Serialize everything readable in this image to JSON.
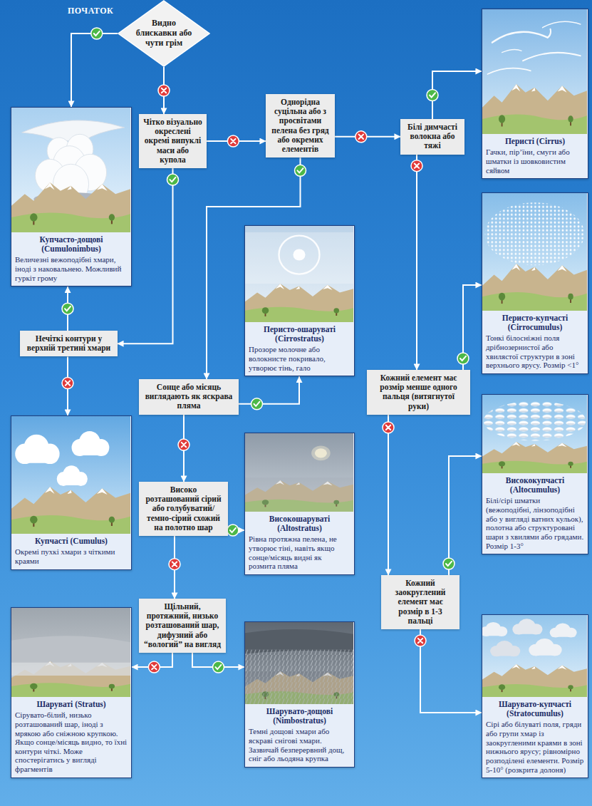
{
  "diagram": {
    "nodes": [
      {
        "text": [
          "Видно блискавки або чути грім"
        ]
      },
      {
        "text": [
          "Купчасто-дощові (Cumulonimbus)",
          "Величезні вежоподібні хмари, іноді з наковальнею. Можливий гуркіт грому"
        ]
      },
      {
        "text": [
          "Чітко візуально окреслені окремі випуклі маси або купола"
        ]
      },
      {
        "text": [
          "Однорідна суцільна або з просвітами пелена без гряд або окремих елементів"
        ]
      },
      {
        "text": [
          "Білі димчасті волокна або тяжі"
        ]
      },
      {
        "text": [
          "Перисті (Cirrus)",
          "Гачки, пір’їни, смуги або шматки із шовковистим сяйвом"
        ]
      },
      {
        "text": [
          "Перисто-ошаруваті (Cirrostratus)",
          "Прозоре молочне або волокнисте покривало, утворює тінь, гало"
        ]
      },
      {
        "text": [
          "Перисто-купчасті (Cirrocumulus)",
          "Тонкі білосніжні поля дрібнозернистої або хвилястої структури в зоні верхнього ярусу. Розмір <1°"
        ]
      },
      {
        "text": [
          "Нечіткі контури у верхній третині хмари"
        ]
      },
      {
        "text": [
          "Сонце або місяць виглядають як яскрава пляма"
        ]
      },
      {
        "text": [
          "Кожний елемент має розмір менше одного пальця (витягнутої руки)"
        ]
      },
      {
        "text": [
          "Купчасті (Cumulus)",
          "Окремі пухкі хмари з чіткими краями"
        ]
      },
      {
        "text": [
          "Висококупчасті (Altocumulus)",
          "Білі/сірі шматки (вежоподібні, лінзоподібні або у вигляді ватних кульок), полотна або структуровані шари з хвилями або грядами. Розмір 1-3°"
        ]
      },
      {
        "text": [
          "Високошаруваті (Altostratus)",
          "Рівна протяжна пелена, не утворює тіні, навіть якщо сонце/місяць видні як розмита пляма"
        ]
      },
      {
        "text": [
          "Високо розташований сірий або голубуватий/темно-сірий схожий на полотно шар"
        ]
      },
      {
        "text": [
          "Кожний заокруглений елемент має розмір в 1-3 пальці"
        ]
      },
      {
        "text": [
          "Щільний, протяжний, низько розташований шар, дифузний або “вологий” на вигляд"
        ]
      },
      {
        "text": [
          "Шаруваті (Stratus)",
          "Сірувато-білий, низько розташований шар, іноді з мрякою або сніжною крупкою. Якщо сонце/місяць видно, то їхні контури чіткі. Може спостерігатись у вигляді фрагментів"
        ]
      },
      {
        "text": [
          "Шарувато-дощові (Nimbostratus)",
          "Темні дощові хмари або яскраві снігові хмари. Зазвичай безперервний дощ, сніг або льодяна крупка"
        ]
      },
      {
        "text": [
          "Шарувато-купчасті (Stratocumulus)",
          "Сірі або білуваті поля, гряди або групи хмар із заокругленими краями в зоні нижнього ярусу; рівномірно розподілені елементи. Розмір 5-10° (розкрита долоня)"
        ]
      }
    ],
    "edges": [
      {
        "from": 0,
        "to": 1,
        "arrow": "to"
      },
      {
        "from": 0,
        "to": 2,
        "arrow": "to"
      },
      {
        "from": 2,
        "to": 3,
        "arrow": "to"
      },
      {
        "from": 2,
        "to": 8,
        "arrow": "to"
      },
      {
        "from": 3,
        "to": 4,
        "arrow": "to"
      },
      {
        "from": 3,
        "to": 9,
        "arrow": "to"
      },
      {
        "from": 4,
        "to": 5,
        "arrow": "to"
      },
      {
        "from": 4,
        "to": 10,
        "arrow": "to"
      },
      {
        "from": 8,
        "to": 1,
        "arrow": "to"
      },
      {
        "from": 8,
        "to": 11,
        "arrow": "to"
      },
      {
        "from": 9,
        "to": 6,
        "arrow": "to"
      },
      {
        "from": 9,
        "to": 14,
        "arrow": "to"
      },
      {
        "from": 10,
        "to": 7,
        "arrow": "to"
      },
      {
        "from": 10,
        "to": 15,
        "arrow": "to"
      },
      {
        "from": 14,
        "to": 13,
        "arrow": "to"
      },
      {
        "from": 14,
        "to": 16,
        "arrow": "to"
      },
      {
        "from": 15,
        "to": 12,
        "arrow": "to"
      },
      {
        "from": 15,
        "to": 19,
        "arrow": "to"
      },
      {
        "from": 16,
        "to": 17,
        "arrow": "to"
      },
      {
        "from": 16,
        "to": 18,
        "arrow": "to"
      }
    ],
    "labels": [
      "ПОЧАТОК"
    ]
  }
}
